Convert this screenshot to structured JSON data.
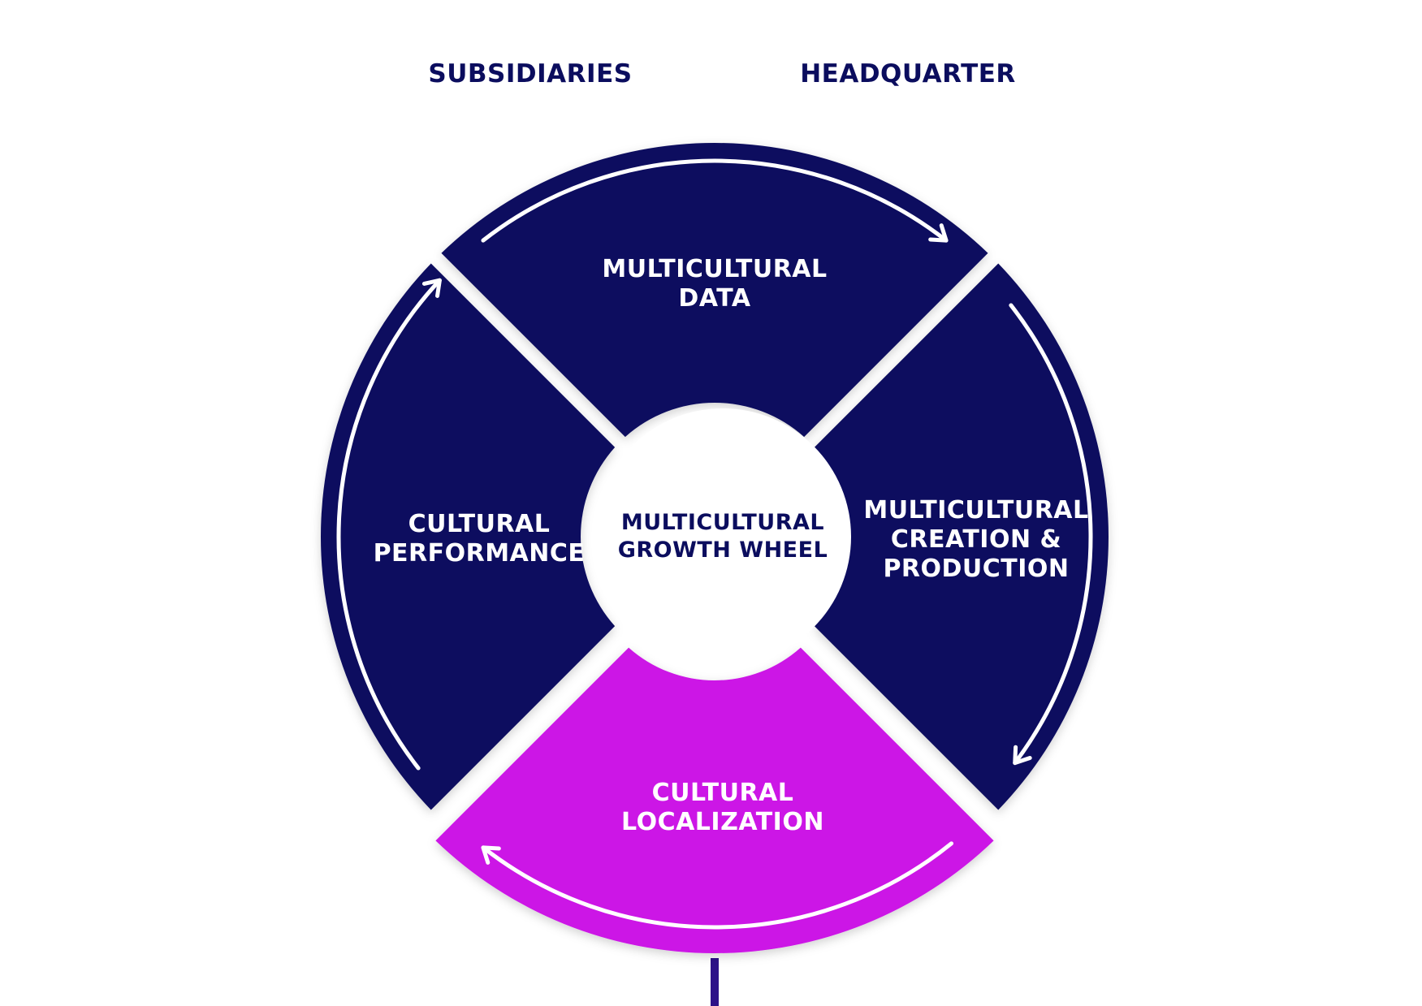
{
  "header": {
    "left_label": "SUBSIDIARIES",
    "right_label": "HEADQUARTER"
  },
  "center": {
    "line1": "MULTICULTURAL",
    "line2": "GROWTH WHEEL"
  },
  "segments": {
    "top": {
      "line1": "MULTICULTURAL",
      "line2": "DATA"
    },
    "right": {
      "line1": "MULTICULTURAL",
      "line2": "CREATION &",
      "line3": "PRODUCTION"
    },
    "bottom": {
      "line1": "CULTURAL",
      "line2": "LOCALIZATION"
    },
    "left": {
      "line1": "CULTURAL",
      "line2": "PERFORMANCE"
    }
  },
  "colors": {
    "navy": "#0b0d5e",
    "magenta": "#cc18e6",
    "white": "#ffffff",
    "divider_top": "#a01ad8",
    "divider_bottom": "#3a1590"
  }
}
